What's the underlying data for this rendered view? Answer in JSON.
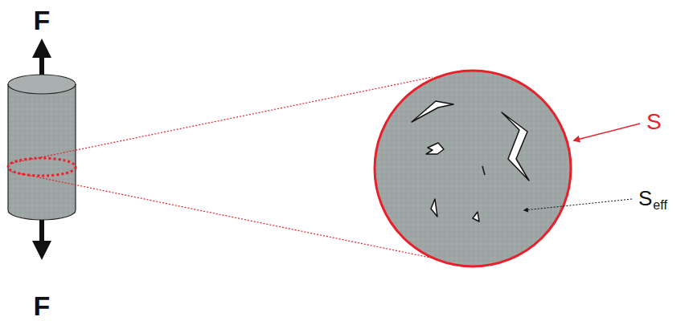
{
  "diagram": {
    "labels": [
      "F",
      "F",
      "S",
      "S",
      "eff"
    ]
  }
}
